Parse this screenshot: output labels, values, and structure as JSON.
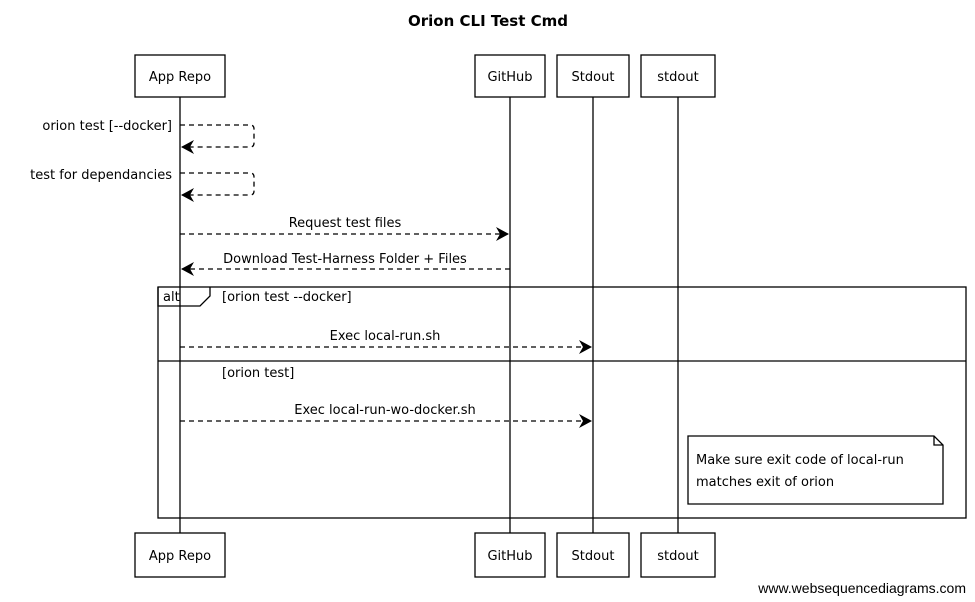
{
  "title": "Orion CLI Test Cmd",
  "actors": [
    {
      "id": "app",
      "label": "App Repo"
    },
    {
      "id": "github",
      "label": "GitHub"
    },
    {
      "id": "stdout1",
      "label": "Stdout"
    },
    {
      "id": "stdout2",
      "label": "stdout"
    }
  ],
  "messages": [
    {
      "from": "app",
      "to": "app",
      "label": "orion test [--docker]",
      "style": "dashed"
    },
    {
      "from": "app",
      "to": "app",
      "label": "test for dependancies",
      "style": "dashed"
    },
    {
      "from": "app",
      "to": "github",
      "label": "Request test files",
      "style": "dashed"
    },
    {
      "from": "github",
      "to": "app",
      "label": "Download Test-Harness Folder + Files",
      "style": "dashed"
    },
    {
      "from": "app",
      "to": "stdout1",
      "label": "Exec local-run.sh",
      "style": "dashed"
    },
    {
      "from": "app",
      "to": "stdout1",
      "label": "Exec local-run-wo-docker.sh",
      "style": "dashed"
    }
  ],
  "alt_fragment": {
    "keyword": "alt",
    "conditions": [
      "[orion test --docker]",
      "[orion test]"
    ]
  },
  "note": {
    "lines": [
      "Make sure exit code of local-run",
      "matches exit of orion"
    ]
  },
  "watermark": "www.websequencediagrams.com"
}
